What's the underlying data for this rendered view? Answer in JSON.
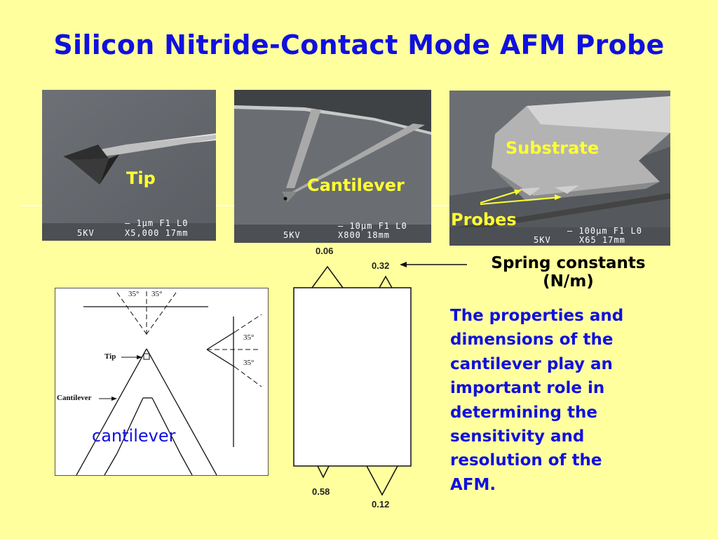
{
  "slide": {
    "title": "Silicon Nitride-Contact Mode AFM Probe",
    "background_color": "#ffff9e",
    "title_color": "#1010e0"
  },
  "photos": [
    {
      "label": "Tip",
      "caption_left": "5KV",
      "caption_right_top": "—  1µm  F1  L0",
      "caption_right_bottom": "X5,000  17mm"
    },
    {
      "label": "Cantilever",
      "caption_left": "5KV",
      "caption_right_top": "—  10µm  F1  L0",
      "caption_right_bottom": "X800  18mm"
    },
    {
      "label_substrate": "Substrate",
      "label_probes": "Probes",
      "caption_left": "5KV",
      "caption_right_top": "—  100µm  F1  L0",
      "caption_right_bottom": "X65  17mm"
    }
  ],
  "diagram": {
    "tip_label": "Tip",
    "cantilever_label": "Cantilever",
    "angle_top_left": "35°",
    "angle_top_right": "35°",
    "angle_right_top": "35°",
    "angle_right_bottom": "35°",
    "overlay_label": "cantilever"
  },
  "chip": {
    "k_top_left": "0.06",
    "k_top_right": "0.32",
    "k_bottom_left": "0.58",
    "k_bottom_right": "0.12"
  },
  "spring": {
    "line1": "Spring constants",
    "line2": "(N/m)"
  },
  "description": [
    "The properties and",
    "dimensions of the",
    "cantilever play an",
    "important role in",
    "determining the",
    "sensitivity and",
    "resolution of the",
    "AFM."
  ]
}
